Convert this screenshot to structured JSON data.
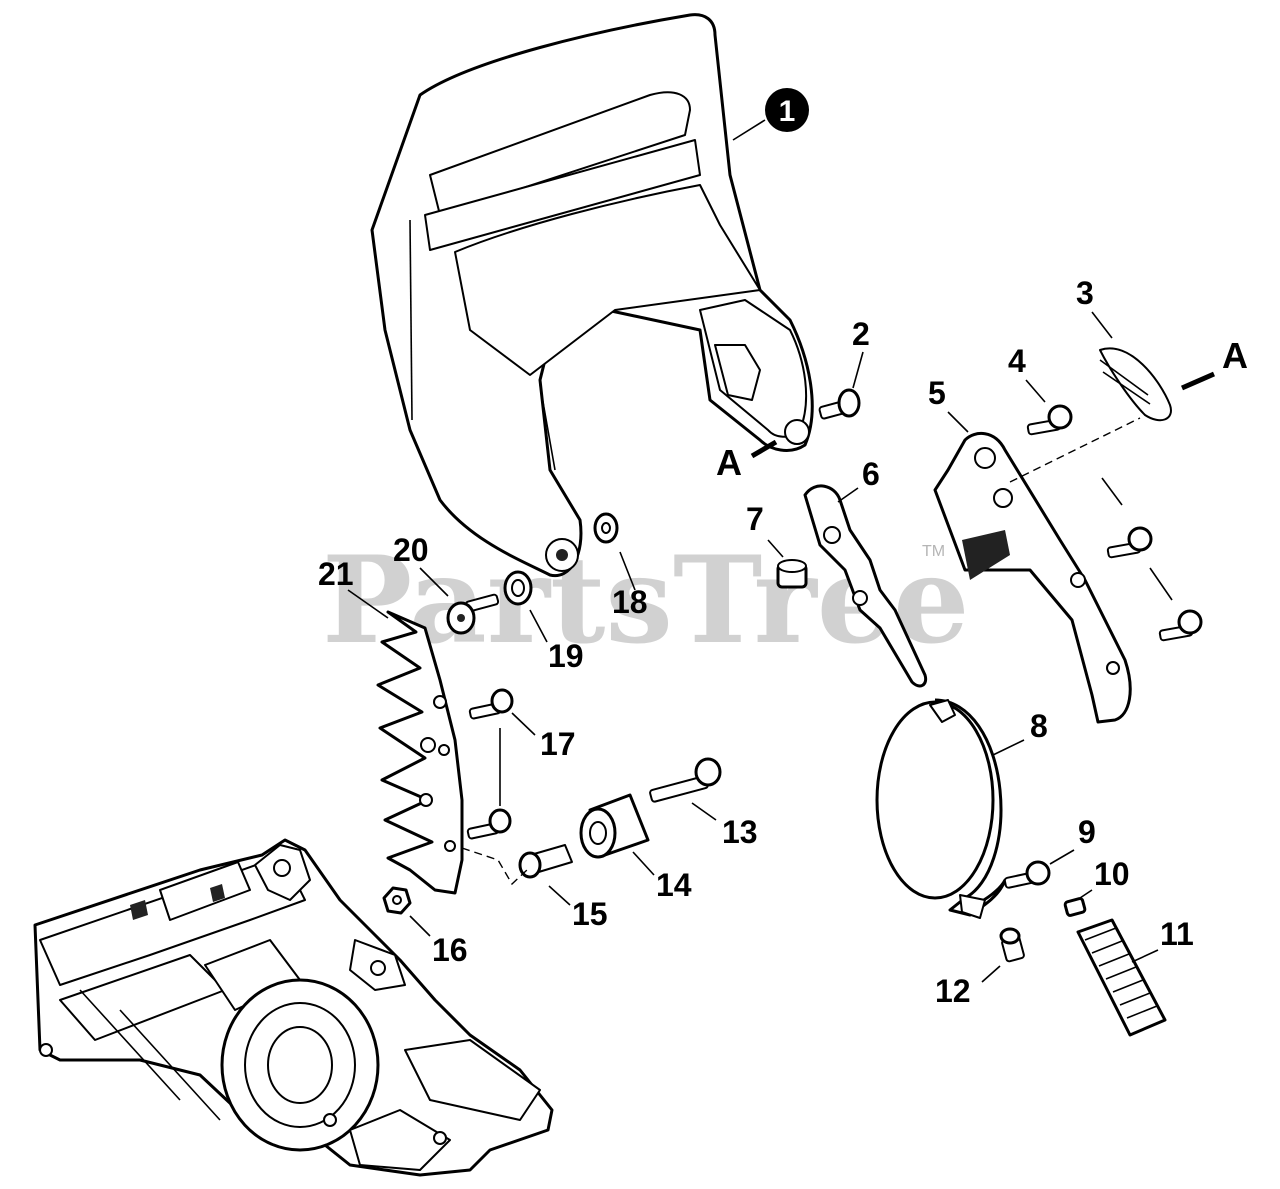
{
  "diagram": {
    "callouts": [
      {
        "id": "1",
        "text": "1"
      },
      {
        "id": "2",
        "text": "2"
      },
      {
        "id": "3",
        "text": "3"
      },
      {
        "id": "4",
        "text": "4"
      },
      {
        "id": "5",
        "text": "5"
      },
      {
        "id": "6",
        "text": "6"
      },
      {
        "id": "7",
        "text": "7"
      },
      {
        "id": "8",
        "text": "8"
      },
      {
        "id": "9",
        "text": "9"
      },
      {
        "id": "10",
        "text": "10"
      },
      {
        "id": "11",
        "text": "11"
      },
      {
        "id": "12",
        "text": "12"
      },
      {
        "id": "13",
        "text": "13"
      },
      {
        "id": "14",
        "text": "14"
      },
      {
        "id": "15",
        "text": "15"
      },
      {
        "id": "16",
        "text": "16"
      },
      {
        "id": "17",
        "text": "17"
      },
      {
        "id": "18",
        "text": "18"
      },
      {
        "id": "19",
        "text": "19"
      },
      {
        "id": "20",
        "text": "20"
      },
      {
        "id": "21",
        "text": "21"
      }
    ],
    "reference_mark": "A",
    "watermark": "PartsTree",
    "trademark": "TM"
  }
}
